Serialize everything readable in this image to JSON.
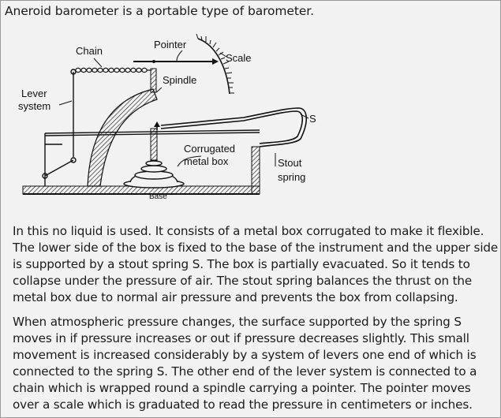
{
  "intro": "Aneroid barometer is a portable type of barometer.",
  "diagram": {
    "labels": {
      "pointer": "Pointer",
      "chain": "Chain",
      "scale": "Scale",
      "spindle": "Spindle",
      "lever_system_line1": "Lever",
      "lever_system_line2": "system",
      "s": "S",
      "corrugated_line1": "Corrugated",
      "corrugated_line2": "metal box",
      "stout_spring_line1": "Stout",
      "stout_spring_line2": "spring",
      "base": "Base"
    },
    "colors": {
      "ink": "#111111",
      "background": "#f2f2f2"
    }
  },
  "paragraphs": [
    "In this no liquid is used. It consists of a metal box corrugated to make it flexible. The lower side of the box is fixed to the base of the instrument and the upper side is supported by a stout spring S. The box is partially evacuated. So it tends to collapse under the pressure of air.  The stout spring balances the thrust on the metal box due to normal air pressure and prevents the box from collapsing.",
    "When atmospheric pressure changes, the surface supported by the spring S moves in if pressure increases or out if pressure decreases slightly. This small movement is increased considerably by a system of levers one end of which is connected to the spring S. The other end of the lever system is connected to a chain which is wrapped round a spindle carrying a pointer. The pointer moves over a scale which is graduated to read the pressure in centimeters or inches."
  ]
}
